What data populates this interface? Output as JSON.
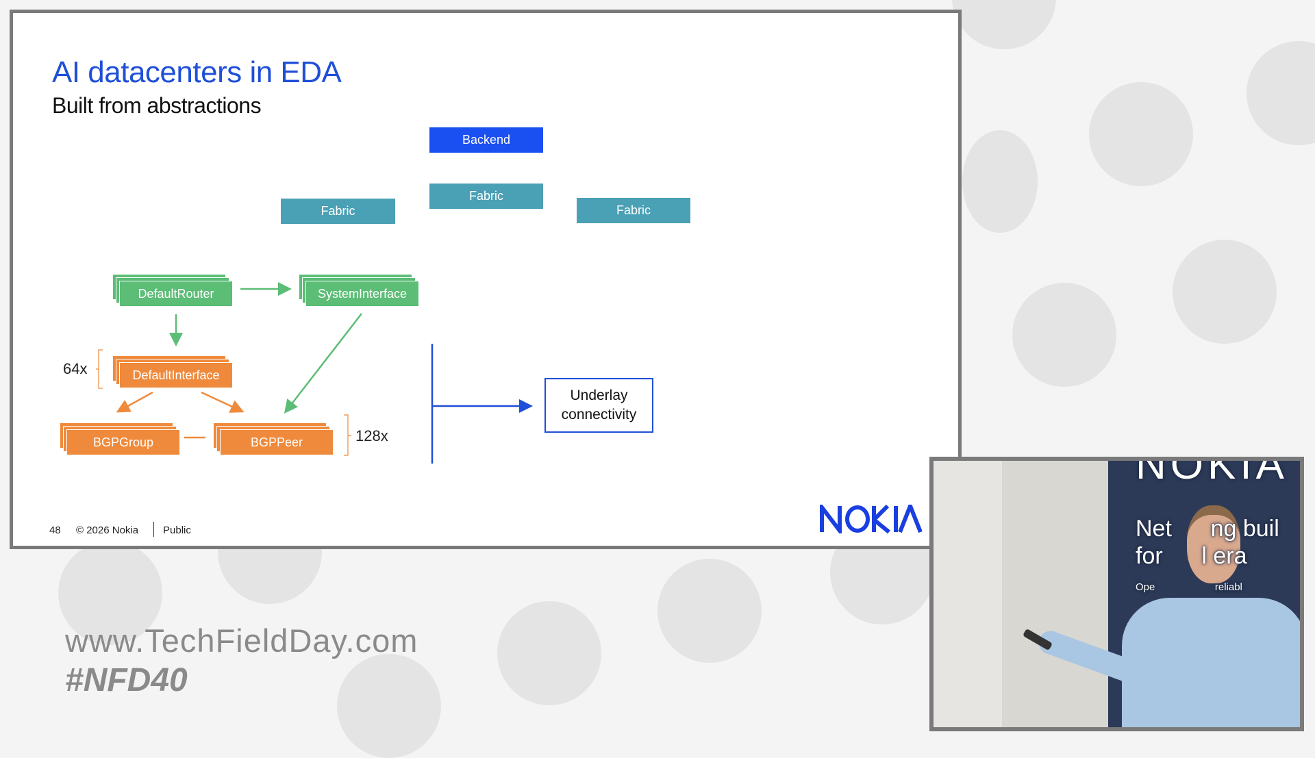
{
  "slide": {
    "title": "AI datacenters in EDA",
    "subtitle": "Built from abstractions",
    "diagram": {
      "backend": "Backend",
      "fabrics": [
        "Fabric",
        "Fabric",
        "Fabric"
      ],
      "nodes": {
        "default_router": "DefaultRouter",
        "system_interface": "SystemInterface",
        "default_interface": "DefaultInterface",
        "bgp_group": "BGPGroup",
        "bgp_peer": "BGPPeer"
      },
      "multiplier_interface": "64x",
      "multiplier_peer": "128x",
      "result_line1": "Underlay",
      "result_line2": "connectivity"
    },
    "footer": {
      "page_number": "48",
      "copyright": "© 2026 Nokia",
      "classification": "Public"
    },
    "logo": "NOKIA"
  },
  "watermark": {
    "url": "www.TechFieldDay.com",
    "hashtag": "#NFD40"
  },
  "video": {
    "banner_logo": "NOKIA",
    "banner_line1": "Net      ng buil",
    "banner_line2": "for      l era",
    "banner_line3": "Ope                     reliabl"
  },
  "colors": {
    "title": "#1f4fd8",
    "backend": "#1a4ff2",
    "fabric": "#4aa0b5",
    "green": "#5cbd76",
    "orange": "#ef8a3c"
  }
}
